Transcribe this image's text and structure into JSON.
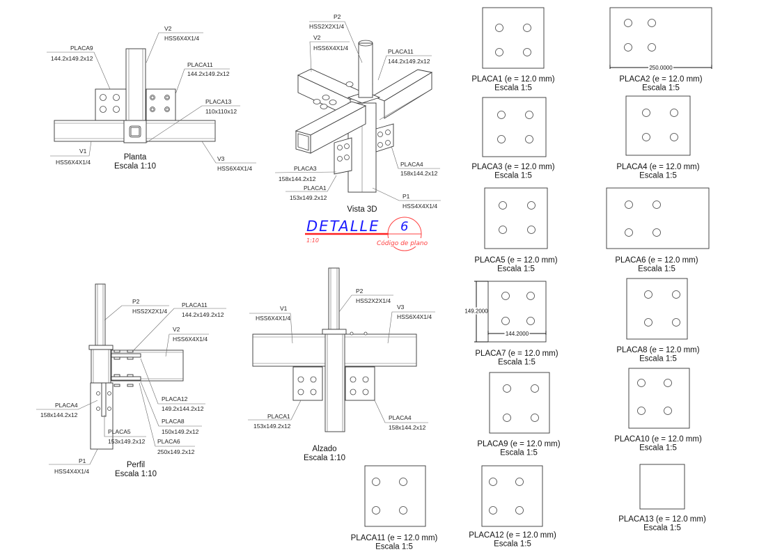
{
  "views": {
    "planta": {
      "title": "Planta",
      "scale": "Escala 1:10",
      "callouts": [
        {
          "name": "V2",
          "spec": "HSS6X4X1/4"
        },
        {
          "name": "PLACA9",
          "spec": "144.2x149.2x12"
        },
        {
          "name": "PLACA11",
          "spec": "144.2x149.2x12"
        },
        {
          "name": "PLACA13",
          "spec": "110x110x12"
        },
        {
          "name": "V1",
          "spec": "HSS6X4X1/4"
        },
        {
          "name": "V3",
          "spec": "HSS6X4X1/4"
        }
      ]
    },
    "vista3d": {
      "title": "Vista 3D",
      "callouts": [
        {
          "name": "P2",
          "spec": "HSS2X2X1/4"
        },
        {
          "name": "V2",
          "spec": "HSS6X4X1/4"
        },
        {
          "name": "PLACA11",
          "spec": "144.2x149.2x12"
        },
        {
          "name": "PLACA3",
          "spec": "158x144.2x12"
        },
        {
          "name": "PLACA1",
          "spec": "153x149.2x12"
        },
        {
          "name": "PLACA4",
          "spec": "158x144.2x12"
        },
        {
          "name": "P1",
          "spec": "HSS4X4X1/4"
        }
      ]
    },
    "perfil": {
      "title": "Perfil",
      "scale": "Escala 1:10",
      "callouts": [
        {
          "name": "P2",
          "spec": "HSS2X2X1/4"
        },
        {
          "name": "PLACA11",
          "spec": "144.2x149.2x12"
        },
        {
          "name": "V2",
          "spec": "HSS6X4X1/4"
        },
        {
          "name": "PLACA12",
          "spec": "149.2x144.2x12"
        },
        {
          "name": "PLACA8",
          "spec": "150x149.2x12"
        },
        {
          "name": "PLACA5",
          "spec": "153x149.2x12"
        },
        {
          "name": "PLACA6",
          "spec": "250x149.2x12"
        },
        {
          "name": "PLACA4",
          "spec": "158x144.2x12"
        },
        {
          "name": "P1",
          "spec": "HSS4X4X1/4"
        }
      ]
    },
    "alzado": {
      "title": "Alzado",
      "scale": "Escala 1:10",
      "callouts": [
        {
          "name": "P2",
          "spec": "HSS2X2X1/4"
        },
        {
          "name": "V1",
          "spec": "HSS6X4X1/4"
        },
        {
          "name": "V3",
          "spec": "HSS6X4X1/4"
        },
        {
          "name": "PLACA1",
          "spec": "153x149.2x12"
        },
        {
          "name": "PLACA4",
          "spec": "158x144.2x12"
        }
      ]
    }
  },
  "detail_tag": {
    "title": "DETALLE",
    "number": "6",
    "scale": "1:10",
    "sheet_label": "Código de plano",
    "colors": {
      "title": "#1a1aff",
      "accent": "#ff4040"
    }
  },
  "plates": [
    {
      "label": "PLACA1 (e = 12.0 mm)",
      "scale": "Escala 1:5"
    },
    {
      "label": "PLACA2 (e = 12.0 mm)",
      "scale": "Escala 1:5",
      "dim_width": "250.0000"
    },
    {
      "label": "PLACA3 (e = 12.0 mm)",
      "scale": "Escala 1:5"
    },
    {
      "label": "PLACA4 (e = 12.0 mm)",
      "scale": "Escala 1:5"
    },
    {
      "label": "PLACA5 (e = 12.0 mm)",
      "scale": "Escala 1:5"
    },
    {
      "label": "PLACA6 (e = 12.0 mm)",
      "scale": "Escala 1:5"
    },
    {
      "label": "PLACA7 (e = 12.0 mm)",
      "scale": "Escala 1:5",
      "dim_width": "144.2000",
      "dim_height": "149.2000"
    },
    {
      "label": "PLACA8 (e = 12.0 mm)",
      "scale": "Escala 1:5"
    },
    {
      "label": "PLACA9 (e = 12.0 mm)",
      "scale": "Escala 1:5"
    },
    {
      "label": "PLACA10 (e = 12.0 mm)",
      "scale": "Escala 1:5"
    },
    {
      "label": "PLACA11 (e = 12.0 mm)",
      "scale": "Escala 1:5"
    },
    {
      "label": "PLACA12 (e = 12.0 mm)",
      "scale": "Escala 1:5"
    },
    {
      "label": "PLACA13 (e = 12.0 mm)",
      "scale": "Escala 1:5"
    }
  ]
}
